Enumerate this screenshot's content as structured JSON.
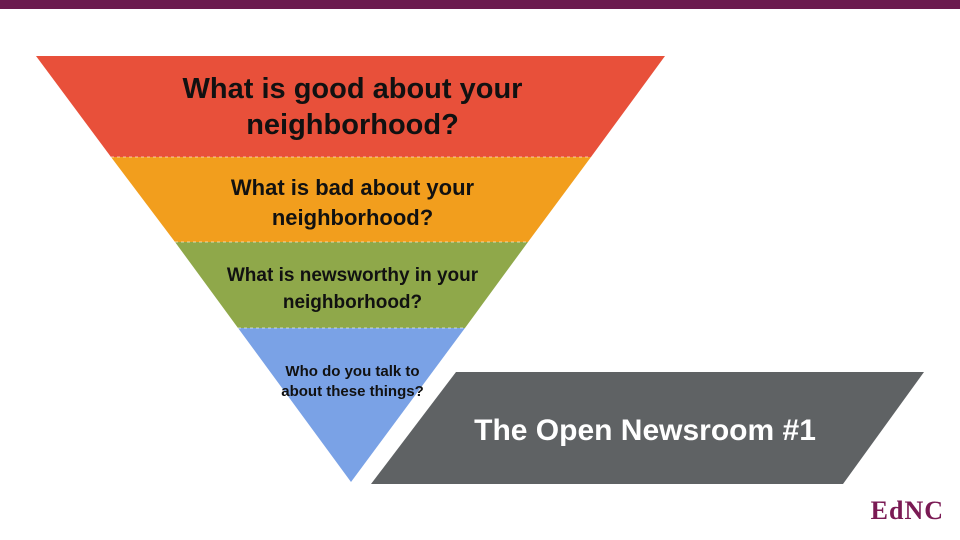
{
  "colors": {
    "top_bar": "#6b1b4e",
    "layer_1": "#e8503a",
    "layer_2": "#f29e1d",
    "layer_3": "#8fa84a",
    "layer_4": "#7aa2e6",
    "banner": "#5f6264",
    "logo": "#7a1a54"
  },
  "funnel": {
    "layers": [
      {
        "label": "What is good about your neighborhood?"
      },
      {
        "label": "What is bad about your neighborhood?"
      },
      {
        "label": "What is newsworthy in your neighborhood?"
      },
      {
        "label": "Who do you talk to about these things?"
      }
    ]
  },
  "banner": {
    "title": "The Open Newsroom #1"
  },
  "logo": {
    "text": "EdNC"
  }
}
